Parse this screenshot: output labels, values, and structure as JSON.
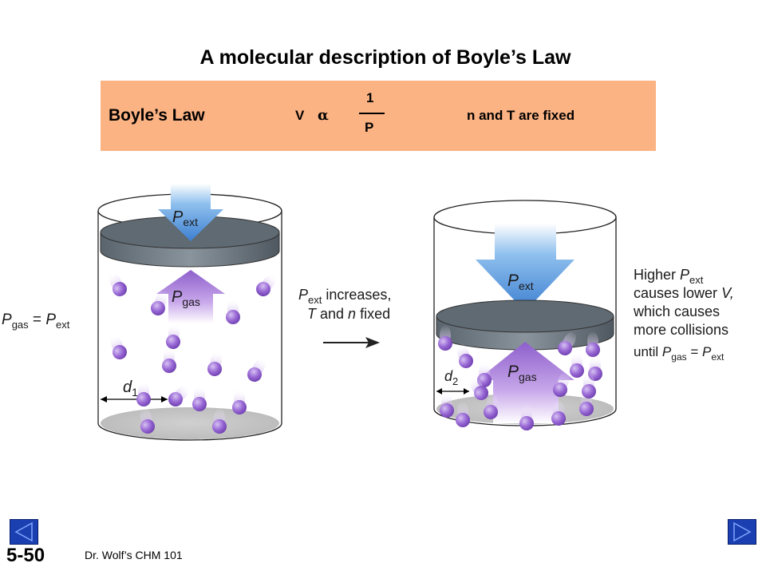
{
  "title": "A molecular description of Boyle’s Law",
  "law_band": {
    "label": "Boyle’s Law",
    "v": "V",
    "proportional": "α",
    "numerator": "1",
    "denominator": "P",
    "conditions": "n and T are fixed"
  },
  "figure": {
    "pgas_eq_pext": "P",
    "left_cylinder": {
      "p_ext": "P",
      "p_ext_sub": "ext",
      "p_gas": "P",
      "p_gas_sub": "gas",
      "distance": "d",
      "distance_sub": "1"
    },
    "left_side_label": {
      "p1": "P",
      "s1": "gas",
      "eq": " = ",
      "p2": "P",
      "s2": "ext"
    },
    "transition": {
      "line1_p": "P",
      "line1_sub": "ext",
      "line1_rest": " increases,",
      "line2_t": "T",
      "line2_and": " and ",
      "line2_n": "n",
      "line2_rest": " fixed"
    },
    "right_cylinder": {
      "p_ext": "P",
      "p_ext_sub": "ext",
      "p_gas": "P",
      "p_gas_sub": "gas",
      "distance": "d",
      "distance_sub": "2"
    },
    "right_text": {
      "l1_a": "Higher ",
      "l1_p": "P",
      "l1_sub": "ext",
      "l2_a": "causes lower ",
      "l2_v": "V,",
      "l3": "which causes",
      "l4": "more collisions",
      "l5_a": "until ",
      "l5_p1": "P",
      "l5_s1": "gas",
      "l5_eq": " = ",
      "l5_p2": "P",
      "l5_s2": "ext"
    }
  },
  "footer": {
    "slide_number": "5-50",
    "course": "Dr. Wolf’s CHM 101"
  },
  "colors": {
    "band": "#fbb384",
    "arrow_blue": "#4f8fd8",
    "arrow_purple": "#9b6fcf",
    "molecule": "#8a5cc8",
    "piston": "#5b6670",
    "nav": "#1a3fb0"
  },
  "icons": {
    "prev": "back-triangle-icon",
    "next": "forward-triangle-icon"
  }
}
